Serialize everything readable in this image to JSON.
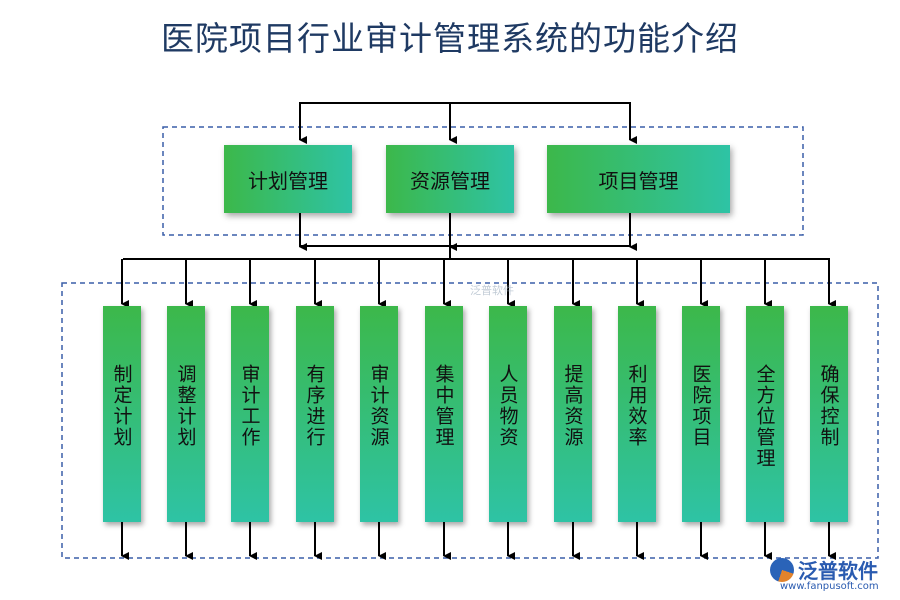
{
  "title": "医院项目行业审计管理系统的功能介绍",
  "top_modules": [
    "计划管理",
    "资源管理",
    "项目管理"
  ],
  "sub_functions": [
    "制定计划",
    "调整计划",
    "审计工作",
    "有序进行",
    "审计资源",
    "集中管理",
    "人员物资",
    "提高资源",
    "利用效率",
    "医院项目",
    "全方位管理",
    "确保控制"
  ],
  "watermark": "泛普软件",
  "logo": {
    "name": "泛普软件",
    "url": "www.fanpusoft.com"
  },
  "colors": {
    "title": "#1f3a63",
    "box_start": "#3cb84a",
    "box_end": "#2ec3a5",
    "dashed": "#3a5fa8",
    "line": "#000000"
  }
}
